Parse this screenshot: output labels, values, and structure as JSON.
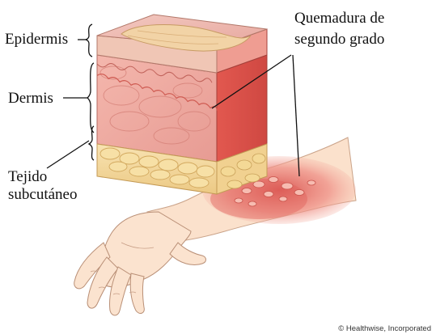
{
  "labels": {
    "epidermis": "Epidermis",
    "dermis": "Dermis",
    "tejido_line1": "Tejido",
    "tejido_line2": "subcutáneo",
    "burn_line1": "Quemadura de",
    "burn_line2": "segundo grado"
  },
  "credit": "© Healthwise, Incorporated",
  "colors": {
    "skin": "#fbe3cf",
    "skin_shadow": "#f2c9ab",
    "burn_red": "#e8706a",
    "dermis_pink": "#ec9d95",
    "epidermis_tan": "#efc9a3",
    "fat_yellow": "#f5dda4",
    "fat_outline": "#d8b06a"
  }
}
